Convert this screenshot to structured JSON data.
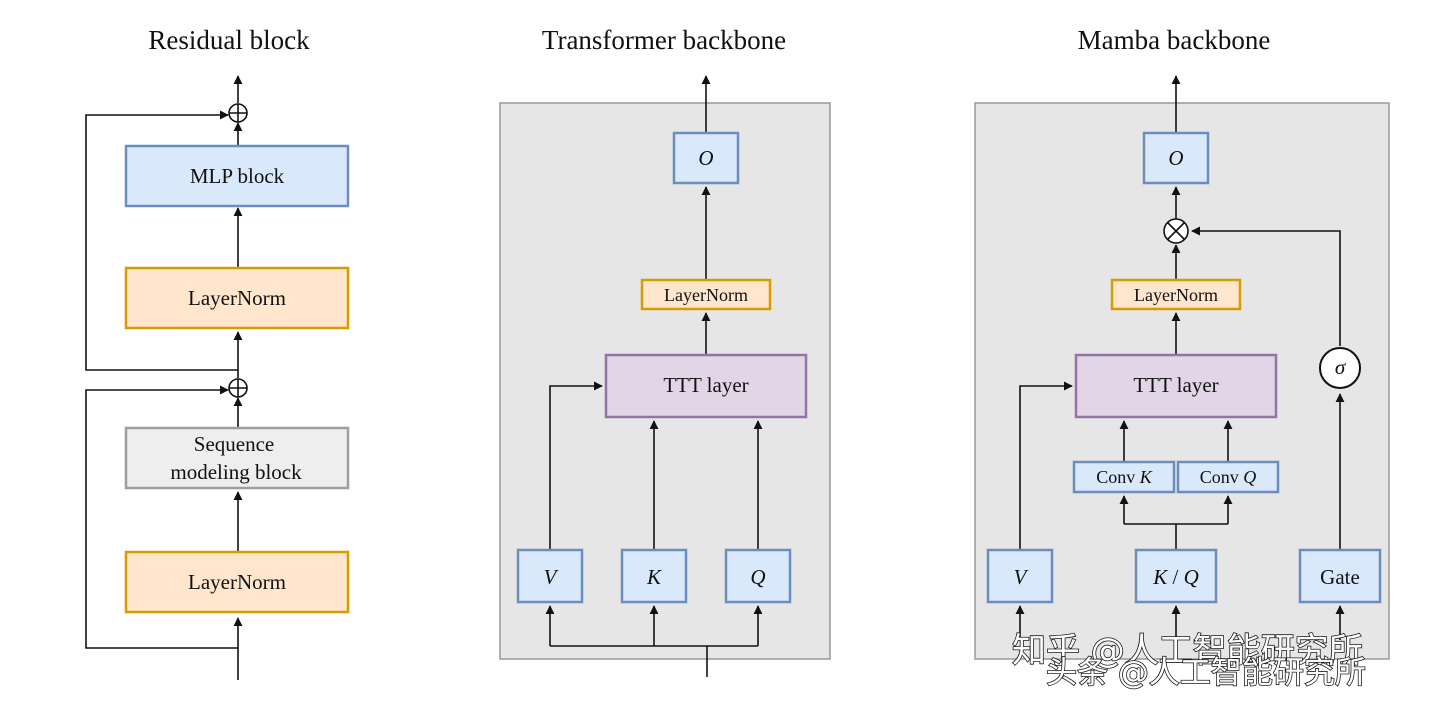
{
  "panels": {
    "residual": {
      "title": "Residual block",
      "mlp": "MLP block",
      "ln_top": "LayerNorm",
      "seq_line1": "Sequence",
      "seq_line2": "modeling block",
      "ln_bottom": "LayerNorm"
    },
    "transformer": {
      "title": "Transformer backbone",
      "o": "O",
      "ln": "LayerNorm",
      "ttt": "TTT layer",
      "v": "V",
      "k": "K",
      "q": "Q"
    },
    "mamba": {
      "title": "Mamba backbone",
      "o": "O",
      "ln": "LayerNorm",
      "ttt": "TTT layer",
      "conv_k_prefix": "Conv",
      "conv_k_var": "K",
      "conv_q_prefix": "Conv",
      "conv_q_var": "Q",
      "v": "V",
      "kq_k": "K",
      "kq_sep": "/",
      "kq_q": "Q",
      "gate": "Gate",
      "sigma": "σ"
    }
  },
  "symbols": {
    "add": "⊕",
    "multiply": "⊗"
  },
  "watermarks": {
    "upper": "知乎 @人工智能研究所",
    "lower": "头条 @人工智能研究所"
  },
  "colors": {
    "blue_fill": "#dae8fc",
    "blue_stroke": "#6c8ebf",
    "orange_fill": "#ffe6cc",
    "orange_stroke": "#d79b00",
    "gray_fill": "#eeeeee",
    "gray_stroke": "#9e9e9e",
    "purple_fill": "#e1d5e7",
    "purple_stroke": "#9673a6",
    "panel_fill": "#e6e6e6",
    "panel_stroke": "#999999"
  }
}
